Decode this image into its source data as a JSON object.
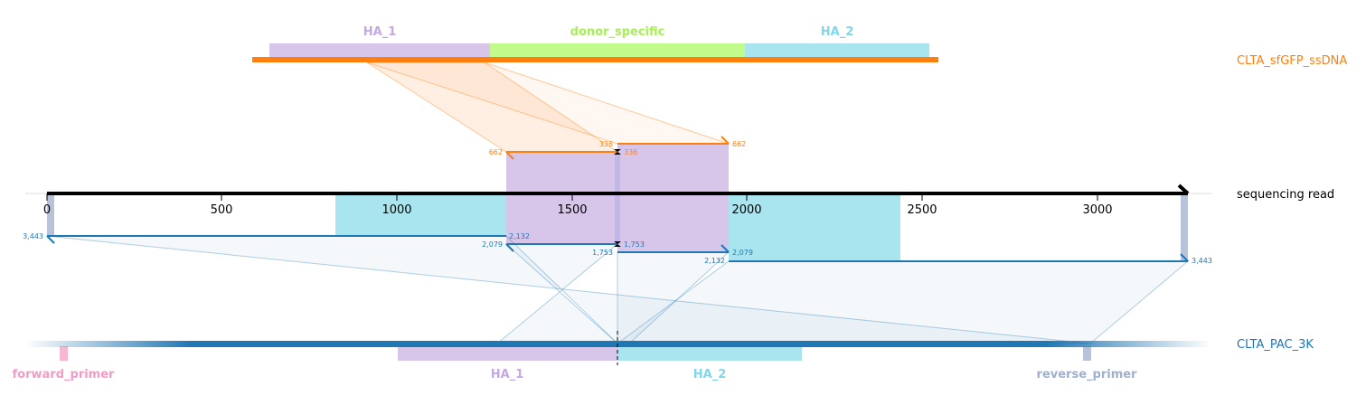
{
  "colors": {
    "donor": "#ff7f0e",
    "target": "#1f77b4",
    "read": "#000000",
    "ha1": "#d8c6ea",
    "ha1_text": "#c5a8e3",
    "ha2": "#a9e5ee",
    "ha2_text": "#7fd8ea",
    "donor_specific": "#c3fa8c",
    "donor_specific_text": "#a8ee5a",
    "forward_primer": "#f7b6d2",
    "forward_primer_text": "#f29bc6",
    "reverse_primer": "#b8c3da",
    "reverse_primer_text": "#9fb0cf"
  },
  "donor": {
    "name": "CLTA_sfGFP_ssDNA",
    "features": [
      {
        "label": "HA_1",
        "color": "ha1",
        "text_color": "ha1_text"
      },
      {
        "label": "donor_specific",
        "color": "donor_specific",
        "text_color": "donor_specific_text"
      },
      {
        "label": "HA_2",
        "color": "ha2",
        "text_color": "ha2_text"
      }
    ]
  },
  "read": {
    "name": "sequencing read",
    "ticks": [
      "0",
      "500",
      "1000",
      "1500",
      "2000",
      "2500",
      "3000"
    ]
  },
  "target": {
    "name": "CLTA_PAC_3K",
    "features": [
      {
        "label": "forward_primer",
        "color": "forward_primer",
        "text_color": "forward_primer_text"
      },
      {
        "label": "HA_1",
        "color": "ha1",
        "text_color": "ha1_text"
      },
      {
        "label": "HA_2",
        "color": "ha2",
        "text_color": "ha2_text"
      },
      {
        "label": "reverse_primer",
        "color": "reverse_primer",
        "text_color": "reverse_primer_text"
      }
    ]
  },
  "alignments": {
    "donor_1": {
      "start": "662",
      "end": "336"
    },
    "donor_2": {
      "start": "336",
      "end": "662"
    },
    "target_1": {
      "start": "3,443",
      "end": "2,132"
    },
    "target_2": {
      "start": "2,079",
      "end": "1,753"
    },
    "target_3": {
      "start": "1,753",
      "end": "2,079"
    },
    "target_4": {
      "start": "2,132",
      "end": "3,443"
    }
  }
}
